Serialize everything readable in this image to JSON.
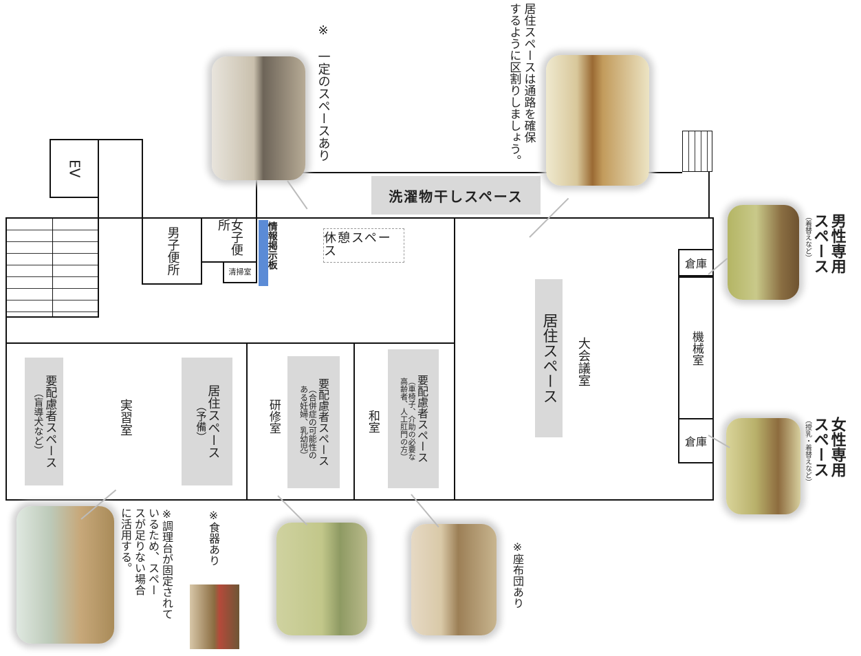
{
  "ev": "EV",
  "rooms": {
    "jisshushitsu": "実習室",
    "kenshushitsu": "研修室",
    "washitsu": "和室",
    "daikaigishitsu": "大会議室",
    "danshi_benjo": "男子便所",
    "joshi_benjo": "女子便所",
    "seisou": "清掃室",
    "kikaishitsu": "機械室",
    "souko_top": "倉庫",
    "souko_bottom": "倉庫"
  },
  "labels": {
    "kyukei": "休憩スペース",
    "sentaku": "洗濯物干しスペース",
    "joho": "情報掲示板",
    "kyoju_main": "居住スペース",
    "kyoju_yobi_1": "居住スペース",
    "kyoju_yobi_2": "（予備）",
    "yohairyo_1_1": "要配慮者スペース",
    "yohairyo_1_2": "（盲導犬など）",
    "yohairyo_2_1": "要配慮者スペース",
    "yohairyo_2_2": "（合併症の可能性の",
    "yohairyo_2_3": "ある妊婦、乳幼児）",
    "yohairyo_3_1": "要配慮者スペース",
    "yohairyo_3_2": "（車椅子、介助の必要な",
    "yohairyo_3_3": "高齢者、人工肛門の方）",
    "dansei_1": "男性専用",
    "dansei_2": "スペース",
    "dansei_3": "（着替えなど）",
    "josei_1": "女性専用",
    "josei_2": "スペース",
    "josei_3": "（授乳・着替えなど）"
  },
  "notes": {
    "ittei": "※　一定のスペースあり",
    "kyoju_1": "居住スペースは通路を確保",
    "kyoju_2": "するように区割りしましょう。",
    "chouri_1": "※調理台が固定されて",
    "chouri_2": "いるため、スペー",
    "chouri_3": "スが足りない場合",
    "chouri_4": "に活用する。",
    "shokki": "※食器あり",
    "zabuton": "※座布団あり"
  }
}
